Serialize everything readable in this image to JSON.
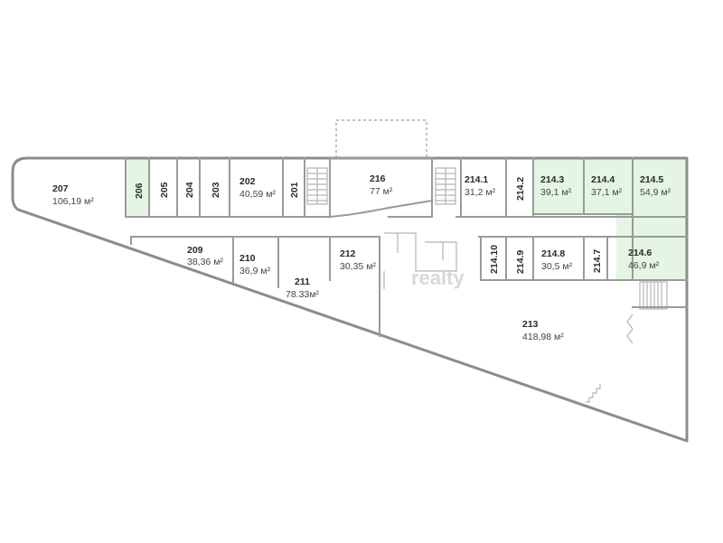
{
  "highlight_color": "#e4f5e4",
  "rooms": [
    {
      "id": "r207",
      "num": "207",
      "area": "106,19 м²"
    },
    {
      "id": "r206",
      "num": "206",
      "area": ""
    },
    {
      "id": "r205",
      "num": "205",
      "area": ""
    },
    {
      "id": "r204",
      "num": "204",
      "area": ""
    },
    {
      "id": "r203",
      "num": "203",
      "area": ""
    },
    {
      "id": "r202",
      "num": "202",
      "area": "40,59 м²"
    },
    {
      "id": "r201",
      "num": "201",
      "area": ""
    },
    {
      "id": "r216",
      "num": "216",
      "area": "77 м²"
    },
    {
      "id": "r214_1",
      "num": "214.1",
      "area": "31,2 м²"
    },
    {
      "id": "r214_2",
      "num": "214.2",
      "area": ""
    },
    {
      "id": "r214_3",
      "num": "214.3",
      "area": "39,1 м²"
    },
    {
      "id": "r214_4",
      "num": "214.4",
      "area": "37,1 м²"
    },
    {
      "id": "r214_5",
      "num": "214.5",
      "area": "54,9 м²"
    },
    {
      "id": "r209",
      "num": "209",
      "area": "38,36 м²"
    },
    {
      "id": "r210",
      "num": "210",
      "area": "36,9 м²"
    },
    {
      "id": "r211",
      "num": "211",
      "area": "78.33м²"
    },
    {
      "id": "r212",
      "num": "212",
      "area": "30,35 м²"
    },
    {
      "id": "r214_10",
      "num": "214.10",
      "area": ""
    },
    {
      "id": "r214_9",
      "num": "214.9",
      "area": ""
    },
    {
      "id": "r214_8",
      "num": "214.8",
      "area": "30,5 м²"
    },
    {
      "id": "r214_7",
      "num": "214.7",
      "area": ""
    },
    {
      "id": "r214_6",
      "num": "214.6",
      "area": "46,9 м²"
    },
    {
      "id": "r213",
      "num": "213",
      "area": "418,98 м²"
    }
  ]
}
